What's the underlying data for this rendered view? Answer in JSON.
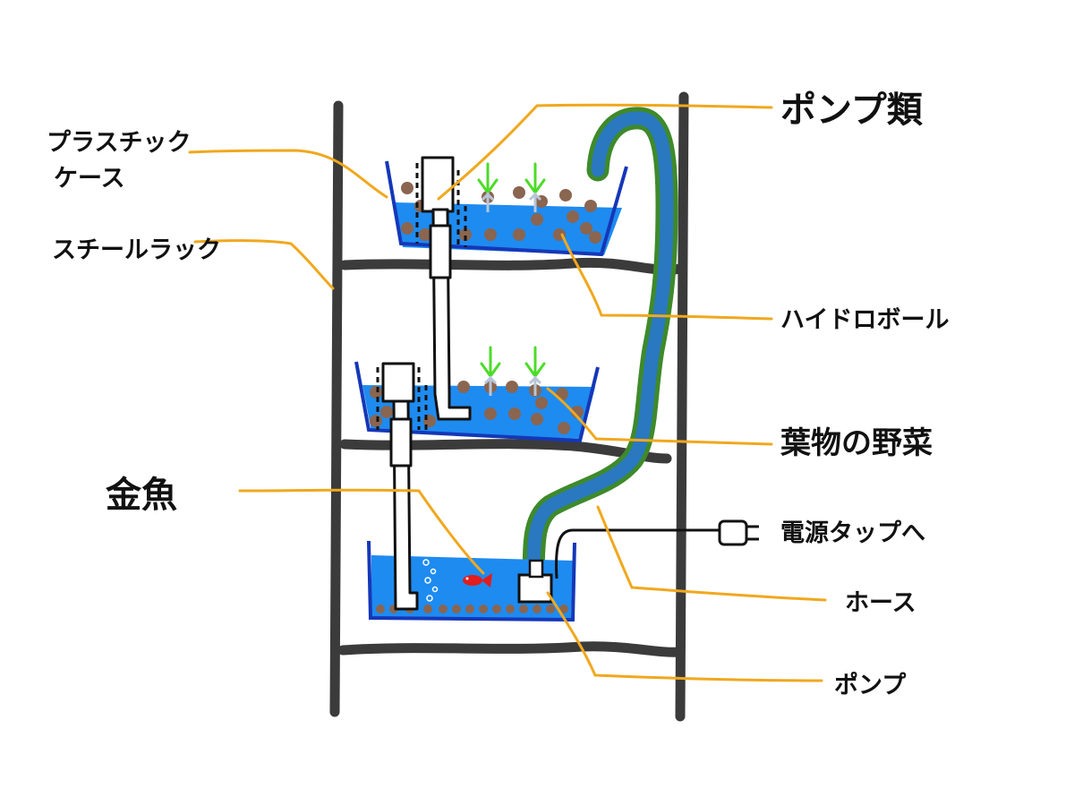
{
  "colors": {
    "rack": "#3b3b3b",
    "leader": "#f0a81e",
    "water": "#1e8bf0",
    "tray_edge": "#1537b8",
    "ball": "#8a6550",
    "sprout": "#4cdc28",
    "hose_outer": "#3e8a2a",
    "hose_inner": "#2a78c0",
    "fish": "#e11d1d",
    "pipe": "#ffffff",
    "ink": "#111111"
  },
  "labels": {
    "plastic_case_1": "プラスチック",
    "plastic_case_2": "ケース",
    "steel_rack": "スチールラック",
    "goldfish": "金魚",
    "pumps": "ポンプ類",
    "hydroball": "ハイドロボール",
    "leafy_veg": "葉物の野菜",
    "power_tap": "電源タップへ",
    "hose": "ホース",
    "pump": "ポンプ"
  }
}
